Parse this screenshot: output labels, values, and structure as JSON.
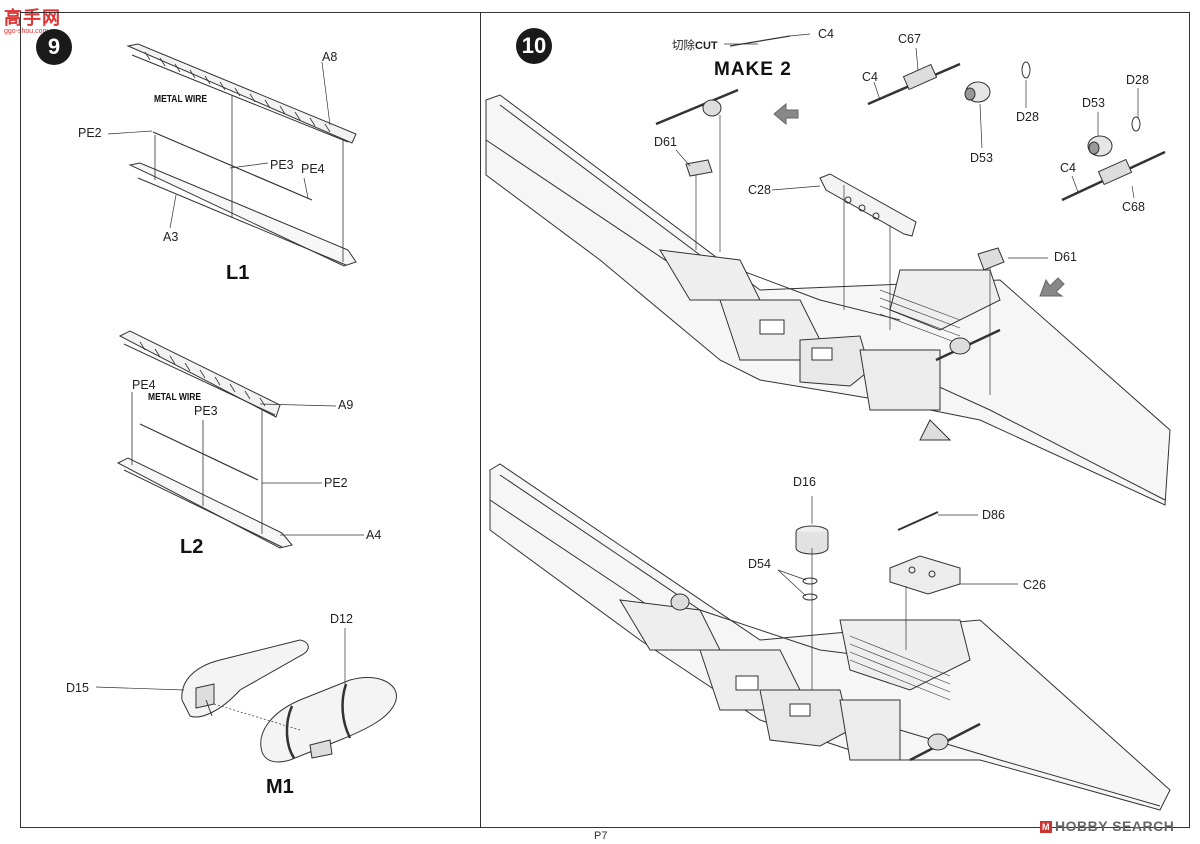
{
  "watermark_top": {
    "text": "高手网",
    "url_text": "ggo-shou.com"
  },
  "watermark_bottom": {
    "badge": "M",
    "text": "HOBBY SEARCH"
  },
  "page": {
    "number": "P7"
  },
  "step9": {
    "number": "9",
    "assemblies": [
      {
        "title": "L1",
        "labels": {
          "top": "A8",
          "bottom": "A3",
          "pe_left": "PE2",
          "pe_mid": "PE3",
          "pe_right": "PE4"
        },
        "wire": "METAL WIRE"
      },
      {
        "title": "L2",
        "labels": {
          "top": "A9",
          "bottom": "A4",
          "pe_left": "PE4",
          "pe_mid": "PE3",
          "pe_right": "PE2"
        },
        "wire": "METAL WIRE"
      },
      {
        "title": "M1",
        "labels": {
          "left": "D15",
          "right": "D12"
        }
      }
    ]
  },
  "step10": {
    "number": "10",
    "make": "MAKE 2",
    "cut_note": {
      "prefix": "切除",
      "bold": "CUT"
    },
    "labels_top": [
      "C4",
      "C67",
      "C4",
      "D28",
      "D53",
      "D28",
      "D53",
      "C4",
      "C68",
      "D61",
      "C28",
      "D61"
    ],
    "labels_bottom": [
      "D16",
      "D86",
      "D54",
      "C26"
    ]
  }
}
